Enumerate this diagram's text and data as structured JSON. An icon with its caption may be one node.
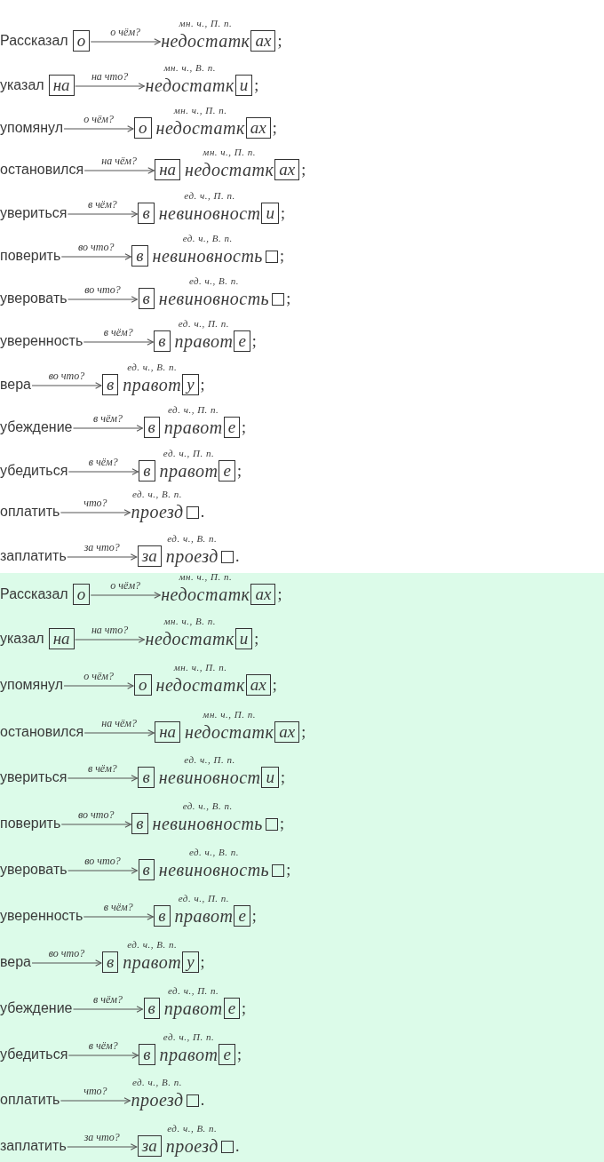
{
  "diagram": {
    "nodes": [
      {
        "text": [
          "Рассказал"
        ]
      },
      {
        "text": [
          "о"
        ]
      },
      {
        "text": [
          "недостатк"
        ],
        "beside": [
          "мн. ч., П. п."
        ]
      },
      {
        "text": [
          "ах"
        ]
      },
      {
        "text": [
          "указал"
        ]
      },
      {
        "text": [
          "на"
        ]
      },
      {
        "text": [
          "недостатк"
        ],
        "beside": [
          "мн. ч., В. п."
        ]
      },
      {
        "text": [
          "и"
        ]
      },
      {
        "text": [
          "упомянул"
        ]
      },
      {
        "text": [
          "о"
        ]
      },
      {
        "text": [
          "недостатк"
        ],
        "beside": [
          "мн. ч., П. п."
        ]
      },
      {
        "text": [
          "ах"
        ]
      },
      {
        "text": [
          "остановился"
        ]
      },
      {
        "text": [
          "на"
        ]
      },
      {
        "text": [
          "недостатк"
        ],
        "beside": [
          "мн. ч., П. п."
        ]
      },
      {
        "text": [
          "ах"
        ]
      },
      {
        "text": [
          "увериться"
        ]
      },
      {
        "text": [
          "в"
        ]
      },
      {
        "text": [
          "невиновност"
        ],
        "beside": [
          "ед. ч., П. п."
        ]
      },
      {
        "text": [
          "и"
        ]
      },
      {
        "text": [
          "поверить"
        ]
      },
      {
        "text": [
          "в"
        ]
      },
      {
        "text": [
          "невиновность"
        ],
        "beside": [
          "ед. ч., В. п."
        ]
      },
      {
        "text": [],
        "shape": "box"
      },
      {
        "text": [
          "уверовать"
        ]
      },
      {
        "text": [
          "в"
        ]
      },
      {
        "text": [
          "невиновность"
        ],
        "beside": [
          "ед. ч., В. п."
        ]
      },
      {
        "text": [],
        "shape": "box"
      },
      {
        "text": [
          "уверенность"
        ]
      },
      {
        "text": [
          "в"
        ]
      },
      {
        "text": [
          "правот"
        ],
        "beside": [
          "ед. ч., П. п."
        ]
      },
      {
        "text": [
          "е"
        ]
      },
      {
        "text": [
          "вера"
        ]
      },
      {
        "text": [
          "в"
        ]
      },
      {
        "text": [
          "правот"
        ],
        "beside": [
          "ед. ч., В. п."
        ]
      },
      {
        "text": [
          "у"
        ]
      },
      {
        "text": [
          "убеждение"
        ]
      },
      {
        "text": [
          "в"
        ]
      },
      {
        "text": [
          "правот"
        ],
        "beside": [
          "ед. ч., П. п."
        ]
      },
      {
        "text": [
          "е"
        ]
      },
      {
        "text": [
          "убедиться"
        ]
      },
      {
        "text": [
          "в"
        ]
      },
      {
        "text": [
          "правот"
        ],
        "beside": [
          "ед. ч., П. п."
        ]
      },
      {
        "text": [
          "е"
        ]
      },
      {
        "text": [
          "оплатить"
        ]
      },
      {
        "text": [
          "проезд"
        ],
        "beside": [
          "ед. ч., В. п."
        ]
      },
      {
        "text": [],
        "shape": "box"
      },
      {
        "text": [
          "заплатить"
        ]
      },
      {
        "text": [
          "за"
        ]
      },
      {
        "text": [
          "проезд"
        ],
        "beside": [
          "ед. ч., В. п."
        ]
      },
      {
        "text": [],
        "shape": "box"
      },
      {
        "text": [
          "Рассказал"
        ]
      },
      {
        "text": [
          "о"
        ]
      },
      {
        "text": [
          "недостатк"
        ],
        "beside": [
          "мн. ч., П. п."
        ]
      },
      {
        "text": [
          "ах"
        ]
      },
      {
        "text": [
          "указал"
        ]
      },
      {
        "text": [
          "на"
        ]
      },
      {
        "text": [
          "недостатк"
        ],
        "beside": [
          "мн. ч., В. п."
        ]
      },
      {
        "text": [
          "и"
        ]
      },
      {
        "text": [
          "упомянул"
        ]
      },
      {
        "text": [
          "о"
        ]
      },
      {
        "text": [
          "недостатк"
        ],
        "beside": [
          "мн. ч., П. п."
        ]
      },
      {
        "text": [
          "ах"
        ]
      },
      {
        "text": [
          "остановился"
        ]
      },
      {
        "text": [
          "на"
        ]
      },
      {
        "text": [
          "недостатк"
        ],
        "beside": [
          "мн. ч., П. п."
        ]
      },
      {
        "text": [
          "ах"
        ]
      },
      {
        "text": [
          "увериться"
        ]
      },
      {
        "text": [
          "в"
        ]
      },
      {
        "text": [
          "невиновност"
        ],
        "beside": [
          "ед. ч., П. п."
        ]
      },
      {
        "text": [
          "и"
        ]
      },
      {
        "text": [
          "поверить"
        ]
      },
      {
        "text": [
          "в"
        ]
      },
      {
        "text": [
          "невиновность"
        ],
        "beside": [
          "ед. ч., В. п."
        ]
      },
      {
        "text": [],
        "shape": "box"
      },
      {
        "text": [
          "уверовать"
        ]
      },
      {
        "text": [
          "в"
        ]
      },
      {
        "text": [
          "невиновность"
        ],
        "beside": [
          "ед. ч., В. п."
        ]
      },
      {
        "text": [],
        "shape": "box"
      },
      {
        "text": [
          "уверенность"
        ]
      },
      {
        "text": [
          "в"
        ]
      },
      {
        "text": [
          "правот"
        ],
        "beside": [
          "ед. ч., П. п."
        ]
      },
      {
        "text": [
          "е"
        ]
      },
      {
        "text": [
          "вера"
        ]
      },
      {
        "text": [
          "в"
        ]
      },
      {
        "text": [
          "правот"
        ],
        "beside": [
          "ед. ч., В. п."
        ]
      },
      {
        "text": [
          "у"
        ]
      },
      {
        "text": [
          "убеждение"
        ]
      },
      {
        "text": [
          "в"
        ]
      },
      {
        "text": [
          "правот"
        ],
        "beside": [
          "ед. ч., П. п."
        ]
      },
      {
        "text": [
          "е"
        ]
      },
      {
        "text": [
          "убедиться"
        ]
      },
      {
        "text": [
          "в"
        ]
      },
      {
        "text": [
          "правот"
        ],
        "beside": [
          "ед. ч., П. п."
        ]
      },
      {
        "text": [
          "е"
        ]
      },
      {
        "text": [
          "оплатить"
        ]
      },
      {
        "text": [
          "проезд"
        ],
        "beside": [
          "ед. ч., В. п."
        ]
      },
      {
        "text": [],
        "shape": "box"
      },
      {
        "text": [
          "заплатить"
        ]
      },
      {
        "text": [
          "за"
        ]
      },
      {
        "text": [
          "проезд"
        ],
        "beside": [
          "ед. ч., В. п."
        ]
      },
      {
        "text": [],
        "shape": "box"
      }
    ],
    "edges": [
      {
        "from": 1,
        "to": 2,
        "arrow": "to",
        "label": "о чём?"
      },
      {
        "from": 5,
        "to": 6,
        "arrow": "to",
        "label": "на что?"
      },
      {
        "from": 8,
        "to": 9,
        "arrow": "to",
        "label": "о чём?"
      },
      {
        "from": 12,
        "to": 13,
        "arrow": "to",
        "label": "на чём?"
      },
      {
        "from": 16,
        "to": 17,
        "arrow": "to",
        "label": "в чём?"
      },
      {
        "from": 20,
        "to": 21,
        "arrow": "to",
        "label": "во что?"
      },
      {
        "from": 24,
        "to": 25,
        "arrow": "to",
        "label": "во что?"
      },
      {
        "from": 28,
        "to": 29,
        "arrow": "to",
        "label": "в чём?"
      },
      {
        "from": 32,
        "to": 33,
        "arrow": "to",
        "label": "во что?"
      },
      {
        "from": 36,
        "to": 37,
        "arrow": "to",
        "label": "в чём?"
      },
      {
        "from": 40,
        "to": 41,
        "arrow": "to",
        "label": "в чём?"
      },
      {
        "from": 44,
        "to": 45,
        "arrow": "to",
        "label": "что?"
      },
      {
        "from": 47,
        "to": 48,
        "arrow": "to",
        "label": "за что?"
      },
      {
        "from": 52,
        "to": 53,
        "arrow": "to",
        "label": "о чём?"
      },
      {
        "from": 56,
        "to": 57,
        "arrow": "to",
        "label": "на что?"
      },
      {
        "from": 59,
        "to": 60,
        "arrow": "to",
        "label": "о чём?"
      },
      {
        "from": 63,
        "to": 64,
        "arrow": "to",
        "label": "на чём?"
      },
      {
        "from": 67,
        "to": 68,
        "arrow": "to",
        "label": "в чём?"
      },
      {
        "from": 71,
        "to": 72,
        "arrow": "to",
        "label": "во что?"
      },
      {
        "from": 75,
        "to": 76,
        "arrow": "to",
        "label": "во что?"
      },
      {
        "from": 79,
        "to": 80,
        "arrow": "to",
        "label": "в чём?"
      },
      {
        "from": 83,
        "to": 84,
        "arrow": "to",
        "label": "во что?"
      },
      {
        "from": 87,
        "to": 88,
        "arrow": "to",
        "label": "в чём?"
      },
      {
        "from": 91,
        "to": 92,
        "arrow": "to",
        "label": "в чём?"
      },
      {
        "from": 95,
        "to": 96,
        "arrow": "to",
        "label": "что?"
      },
      {
        "from": 98,
        "to": 99,
        "arrow": "to",
        "label": "за что?"
      }
    ],
    "labels": [
      ";",
      ";",
      ";",
      ";",
      ";",
      ";",
      ";",
      ";",
      ";",
      ";",
      ";",
      ".",
      ".",
      ";",
      ";",
      ";",
      ";",
      ";",
      ";",
      ";",
      ";",
      ";",
      ";",
      ";",
      ".",
      "."
    ]
  }
}
